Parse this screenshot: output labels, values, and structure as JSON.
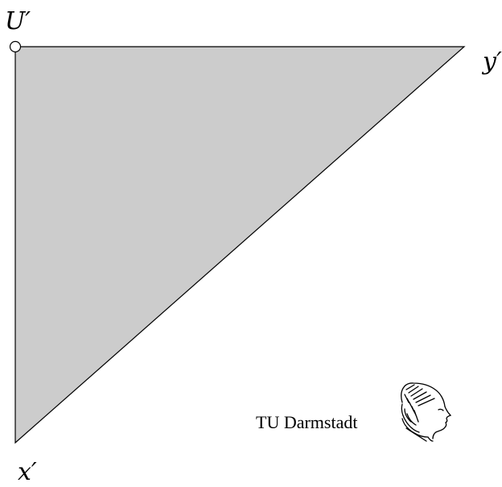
{
  "diagram": {
    "vertices": {
      "top_left": {
        "label": "U′"
      },
      "top_right": {
        "label": "y′"
      },
      "bottom_left": {
        "label": "x′"
      }
    },
    "fill_color": "#cccccc",
    "stroke_color": "#000000",
    "marker_color": "#ffffff"
  },
  "logo": {
    "text": "TU Darmstadt"
  }
}
